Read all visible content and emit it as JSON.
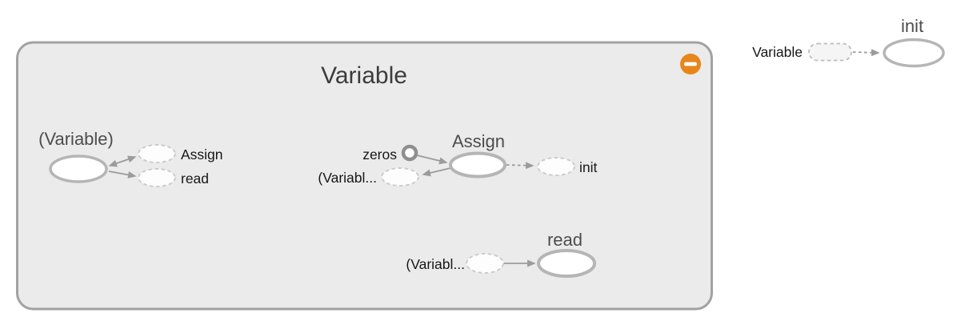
{
  "app": "graph-explorer",
  "colors": {
    "background": "#ffffff",
    "group_fill": "#ebebeb",
    "group_border": "#a2a2a2",
    "node_stroke": "#b5b5b5",
    "dashed_stroke": "#c9c9c9",
    "edge": "#9b9b9b",
    "group_title_text": "#3c3c3c",
    "node_title_text": "#4d4d4d",
    "annotation_text": "#161616",
    "collapse_button_orange": "#e7861b",
    "zeros_circle_stroke": "#8f8f8f"
  },
  "group": {
    "title": "Variable",
    "collapse_icon": "minus-icon",
    "nodes": {
      "variable_ref": {
        "title": "(Variable)",
        "annotations": {
          "assign": "Assign",
          "read": "read"
        }
      },
      "assign": {
        "title": "Assign",
        "annotations": {
          "zeros": "zeros",
          "variable": "(Variabl...",
          "init": "init"
        }
      },
      "read": {
        "title": "read",
        "annotations": {
          "variable": "(Variabl..."
        }
      }
    }
  },
  "external": {
    "init": {
      "title": "init",
      "annotations": {
        "variable": "Variable"
      }
    }
  }
}
